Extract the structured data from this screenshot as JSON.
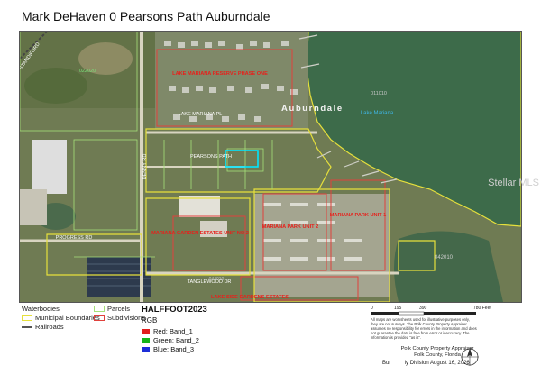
{
  "title": "Mark DeHaven 0 Pearsons Path Auburndale",
  "map_labels": {
    "city": "Auburndale",
    "lake": "Lake Mariana",
    "subdivision_1": "LAKE MARIANA RESERVE PHASE ONE",
    "subdivision_2": "MARIANA GARDEN ESTATES UNIT NO 2",
    "subdivision_3": "MARIANA PARK UNIT 1",
    "subdivision_4": "MARIANA PARK UNIT 2",
    "subdivision_5": "LAKE SIDE GARDENS ESTATES",
    "road_1": "PEARSONS PATH",
    "road_2": "PROGRESS RD",
    "road_3": "TANGLEWOOD DR",
    "road_4": "LAKE MARIANA PL",
    "road_5": "DENNY RD",
    "road_6": "STANDIFORD",
    "section_1": "022020",
    "section_2": "011010",
    "section_3": "042010",
    "section_4": "044010"
  },
  "watermark": "Stellar MLS",
  "legend": {
    "items": [
      {
        "label": "Waterbodies",
        "color": "#9fd3e6"
      },
      {
        "label": "Parcels",
        "color": "#a6e07a"
      },
      {
        "label": "Municipal Boundaries",
        "color": "#e6e03c"
      },
      {
        "label": "Subdivisions",
        "color": "#e0413c"
      },
      {
        "label": "Railroads",
        "color": "#555555"
      }
    ]
  },
  "imagery": {
    "title": "HALFFOOT2023",
    "rgb": "RGB",
    "bands": [
      {
        "label": "Red:",
        "band": "Band_1",
        "color": "#e21d1d"
      },
      {
        "label": "Green:",
        "band": "Band_2",
        "color": "#17b51a"
      },
      {
        "label": "Blue:",
        "band": "Band_3",
        "color": "#1d2fd8"
      }
    ]
  },
  "scale": {
    "ticks": [
      "0",
      "195",
      "390",
      "780 Feet"
    ]
  },
  "disclaimer": "All maps are worksheets used for illustrative purposes only, they are not surveys. The Polk County Property Appraiser assumes no responsibility for errors in the information and does not guarantee the data is free from error or inaccuracy. The information is provided \"as is\".",
  "appraiser": {
    "line1": "Polk County Property Appraiser",
    "line2": "Polk County, Florida",
    "prefix": "Bur",
    "suffix": "ly Division",
    "date": "August 16, 2026"
  }
}
